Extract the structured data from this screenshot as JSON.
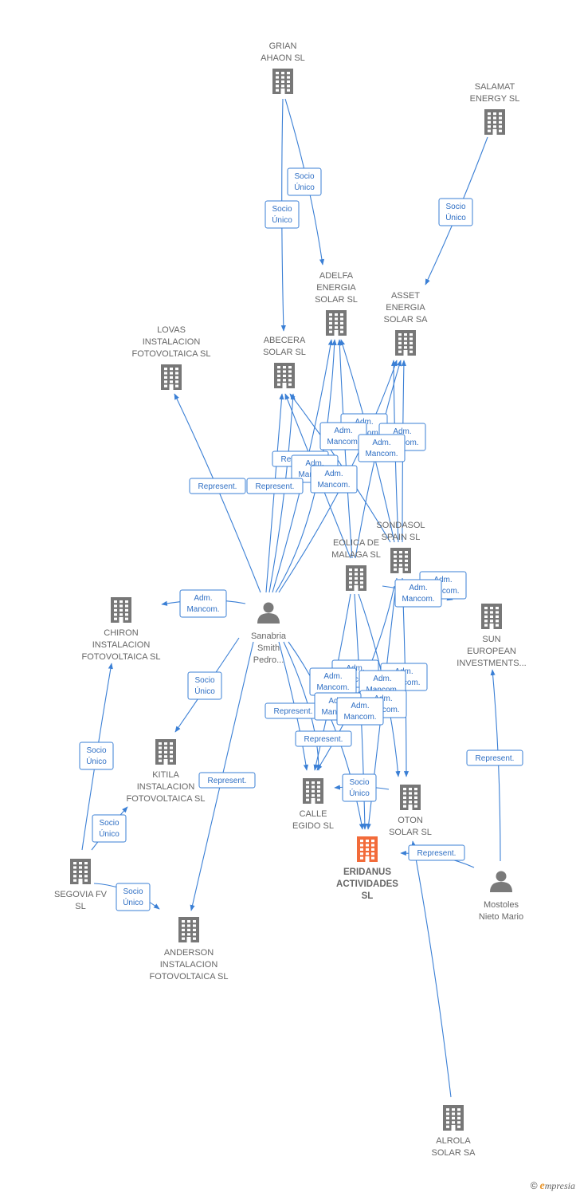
{
  "colors": {
    "edge": "#3a7fd5",
    "company_icon": "#777777",
    "focus_icon": "#f26b3a",
    "person_icon": "#7a7a7a"
  },
  "nodes": [
    {
      "id": "grian",
      "type": "company",
      "label": [
        "GRIAN",
        "AHAON SL"
      ]
    },
    {
      "id": "salamat",
      "type": "company",
      "label": [
        "SALAMAT",
        "ENERGY  SL"
      ]
    },
    {
      "id": "adelfa",
      "type": "company",
      "label": [
        "ADELFA",
        "ENERGIA",
        "SOLAR SL"
      ]
    },
    {
      "id": "asset",
      "type": "company",
      "label": [
        "ASSET",
        "ENERGIA",
        "SOLAR SA"
      ]
    },
    {
      "id": "lovas",
      "type": "company",
      "label": [
        "LOVAS",
        "INSTALACION",
        "FOTOVOLTAICA SL"
      ]
    },
    {
      "id": "abecera",
      "type": "company",
      "label": [
        "ABECERA",
        "SOLAR SL"
      ]
    },
    {
      "id": "sondasol",
      "type": "company",
      "label": [
        "SONDASOL",
        "SPAIN  SL"
      ]
    },
    {
      "id": "eolica",
      "type": "company",
      "label": [
        "EOLICA DE",
        "MALAGA  SL"
      ]
    },
    {
      "id": "chiron",
      "type": "company",
      "label": [
        "CHIRON",
        "INSTALACION",
        "FOTOVOLTAICA SL"
      ]
    },
    {
      "id": "sanabria",
      "type": "person",
      "label": [
        "Sanabria",
        "Smith",
        "Pedro..."
      ]
    },
    {
      "id": "sun",
      "type": "company",
      "label": [
        "SUN",
        "EUROPEAN",
        "INVESTMENTS..."
      ]
    },
    {
      "id": "kitila",
      "type": "company",
      "label": [
        "KITILA",
        "INSTALACION",
        "FOTOVOLTAICA SL"
      ]
    },
    {
      "id": "calle",
      "type": "company",
      "label": [
        "CALLE",
        "EGIDO SL"
      ]
    },
    {
      "id": "oton",
      "type": "company",
      "label": [
        "OTON",
        "SOLAR SL"
      ]
    },
    {
      "id": "eridanus",
      "type": "focus",
      "label": [
        "ERIDANUS",
        "ACTIVIDADES",
        "SL"
      ]
    },
    {
      "id": "segovia",
      "type": "company",
      "label": [
        "SEGOVIA FV",
        "SL"
      ]
    },
    {
      "id": "mostoles",
      "type": "person",
      "label": [
        "Mostoles",
        "Nieto Mario"
      ]
    },
    {
      "id": "anderson",
      "type": "company",
      "label": [
        "ANDERSON",
        "INSTALACION",
        "FOTOVOLTAICA SL"
      ]
    },
    {
      "id": "alrola",
      "type": "company",
      "label": [
        "ALROLA",
        "SOLAR SA"
      ]
    }
  ],
  "edge_labels": [
    {
      "id": "l1",
      "text": [
        "Socio",
        "Único"
      ]
    },
    {
      "id": "l2",
      "text": [
        "Socio",
        "Único"
      ]
    },
    {
      "id": "l3",
      "text": [
        "Socio",
        "Único"
      ]
    },
    {
      "id": "l4",
      "text": [
        "Adm.",
        "Mancom."
      ]
    },
    {
      "id": "l5",
      "text": [
        "Adm.",
        "Mancom."
      ]
    },
    {
      "id": "l6",
      "text": [
        "Adm.",
        "Mancom."
      ]
    },
    {
      "id": "l7",
      "text": [
        "Adm.",
        "Mancom."
      ]
    },
    {
      "id": "l8",
      "text": [
        "Represent."
      ]
    },
    {
      "id": "l9",
      "text": [
        "Adm.",
        "Mancom."
      ]
    },
    {
      "id": "l10",
      "text": [
        "Represent."
      ]
    },
    {
      "id": "l11",
      "text": [
        "Represent."
      ]
    },
    {
      "id": "l12",
      "text": [
        "Adm.",
        "Mancom."
      ]
    },
    {
      "id": "l13",
      "text": [
        "Adm.",
        "Mancom."
      ]
    },
    {
      "id": "l14",
      "text": [
        "Adm.",
        "Mancom."
      ]
    },
    {
      "id": "l15",
      "text": [
        "Adm.",
        "Mancom."
      ]
    },
    {
      "id": "l16",
      "text": [
        "Socio",
        "Único"
      ]
    },
    {
      "id": "l17",
      "text": [
        "Adm.",
        "Mancom."
      ]
    },
    {
      "id": "l18",
      "text": [
        "Adm.",
        "Mancom."
      ]
    },
    {
      "id": "l19",
      "text": [
        "Adm.",
        "Mancom."
      ]
    },
    {
      "id": "l20",
      "text": [
        "Adm.",
        "Mancom."
      ]
    },
    {
      "id": "l21",
      "text": [
        "Adm.",
        "Mancom."
      ]
    },
    {
      "id": "l22",
      "text": [
        "Represent."
      ]
    },
    {
      "id": "l23",
      "text": [
        "Adm.",
        "Mancom."
      ]
    },
    {
      "id": "l24",
      "text": [
        "Adm.",
        "Mancom."
      ]
    },
    {
      "id": "l25",
      "text": [
        "Represent."
      ]
    },
    {
      "id": "l26",
      "text": [
        "Represent."
      ]
    },
    {
      "id": "l27",
      "text": [
        "Socio",
        "Único"
      ]
    },
    {
      "id": "l28",
      "text": [
        "Socio",
        "Único"
      ]
    },
    {
      "id": "l29",
      "text": [
        "Socio",
        "Único"
      ]
    },
    {
      "id": "l30",
      "text": [
        "Represent."
      ]
    },
    {
      "id": "l31",
      "text": [
        "Represent."
      ]
    },
    {
      "id": "l32",
      "text": [
        "Socio",
        "Único"
      ]
    }
  ],
  "watermark": {
    "copyright": "©",
    "brand_initial": "e",
    "brand_rest": "mpresia"
  }
}
